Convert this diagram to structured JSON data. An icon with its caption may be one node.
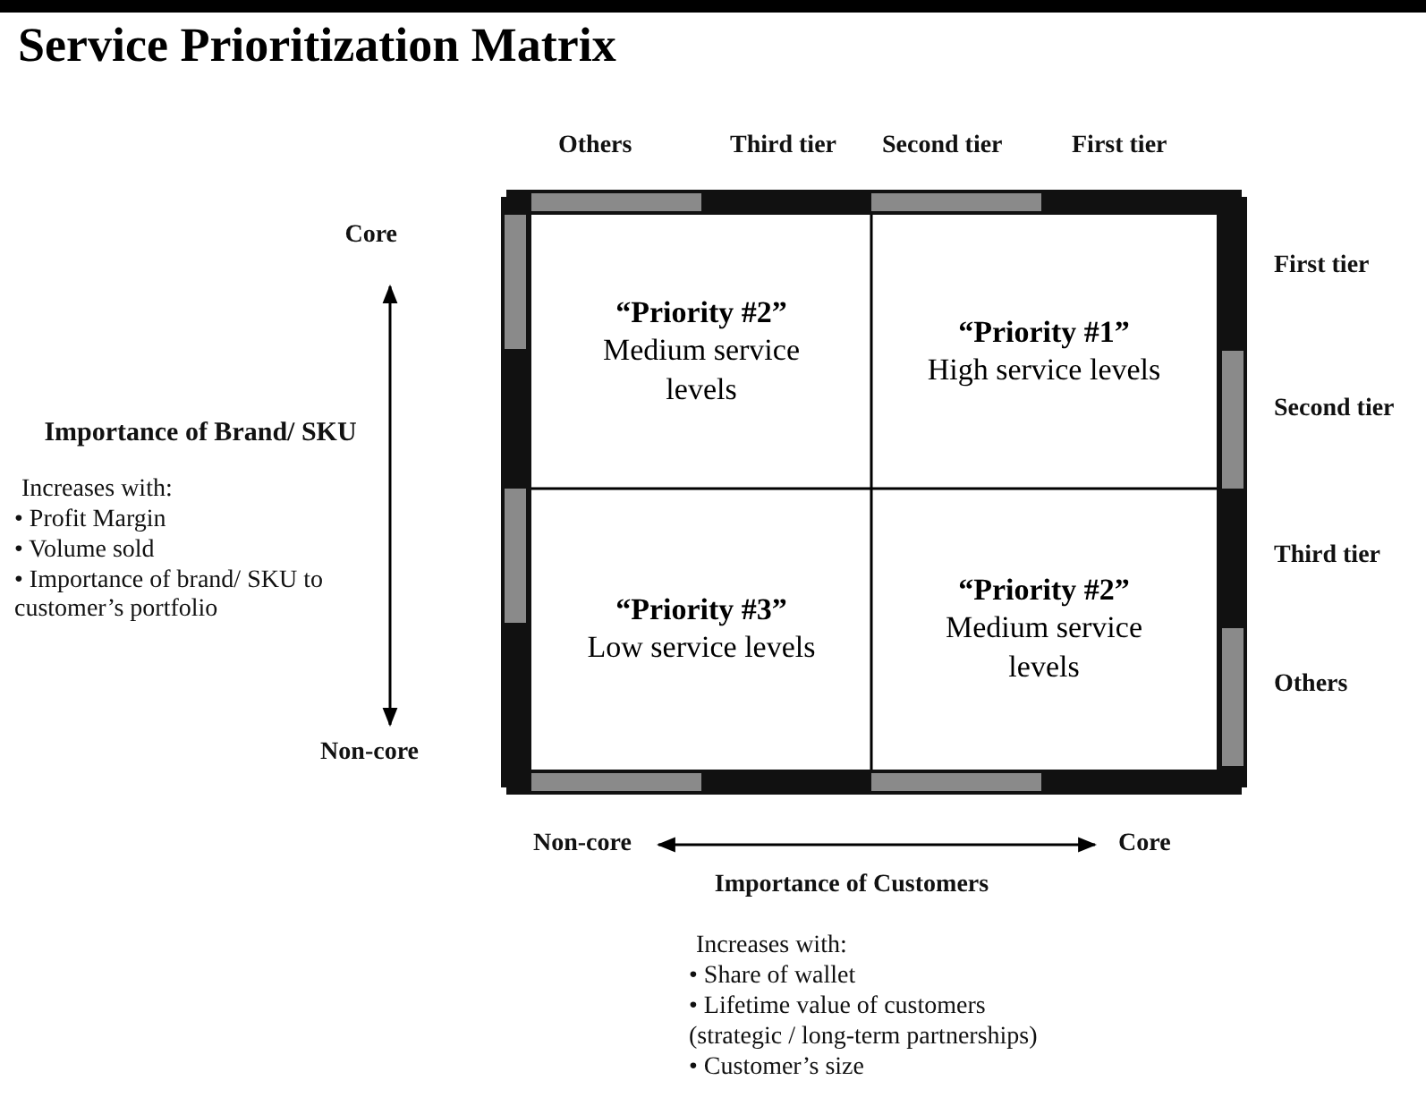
{
  "diagram": {
    "title": "Service Prioritization Matrix",
    "nodes": [
      {
        "text": [
          "“Priority #2”",
          "Medium service levels"
        ]
      },
      {
        "text": [
          "“Priority #1”",
          "High service levels"
        ]
      },
      {
        "text": [
          "“Priority #3”",
          "Low service levels"
        ]
      },
      {
        "text": [
          "“Priority #2”",
          "Medium service levels"
        ]
      }
    ],
    "labels": [
      "Others",
      "Third tier",
      "Second tier",
      "First tier",
      "Core",
      "Importance of Brand/ SKU",
      "First tier",
      "Second tier",
      "Increases with:",
      "• Profit Margin",
      "• Volume sold",
      "• Importance of brand/ SKU to customer’s portfolio",
      "Third tier",
      "Others",
      "Non-core",
      "Non-core",
      "Core",
      "Importance of Customers",
      "Increases with:",
      "• Share of wallet",
      "• Lifetime value of customers",
      "(strategic / long-term partnerships)",
      "• Customer’s size"
    ]
  }
}
